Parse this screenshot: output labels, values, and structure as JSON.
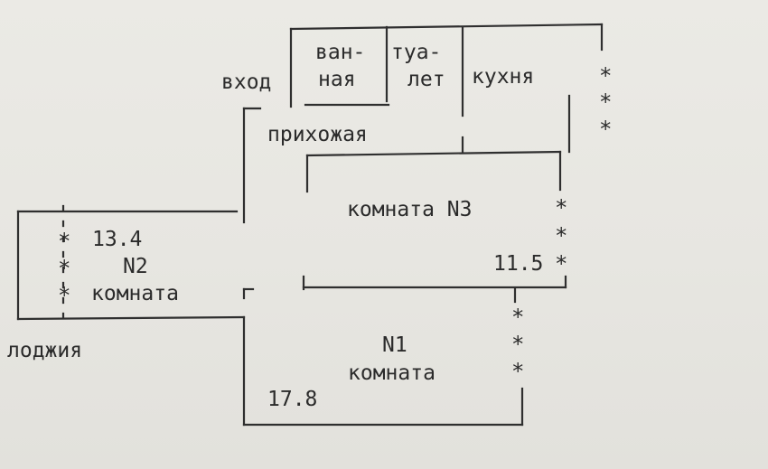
{
  "labels": {
    "entrance": "вход",
    "bathroom_top": "ван-",
    "bathroom_bottom": "ная",
    "toilet_top": "туа-",
    "toilet_bottom": "лет",
    "kitchen": "кухня",
    "hallway": "прихожая",
    "room3_name": "комната N3",
    "room3_area": "11.5",
    "room2_area": "13.4",
    "room2_number": "N2",
    "room2_name": "комната",
    "balcony": "лоджия",
    "room1_number": "N1",
    "room1_name": "комната",
    "room1_area": "17.8"
  },
  "window_mark": "*",
  "colors": {
    "ink": "#2b2b2b",
    "paper": "#e9e8e3"
  }
}
